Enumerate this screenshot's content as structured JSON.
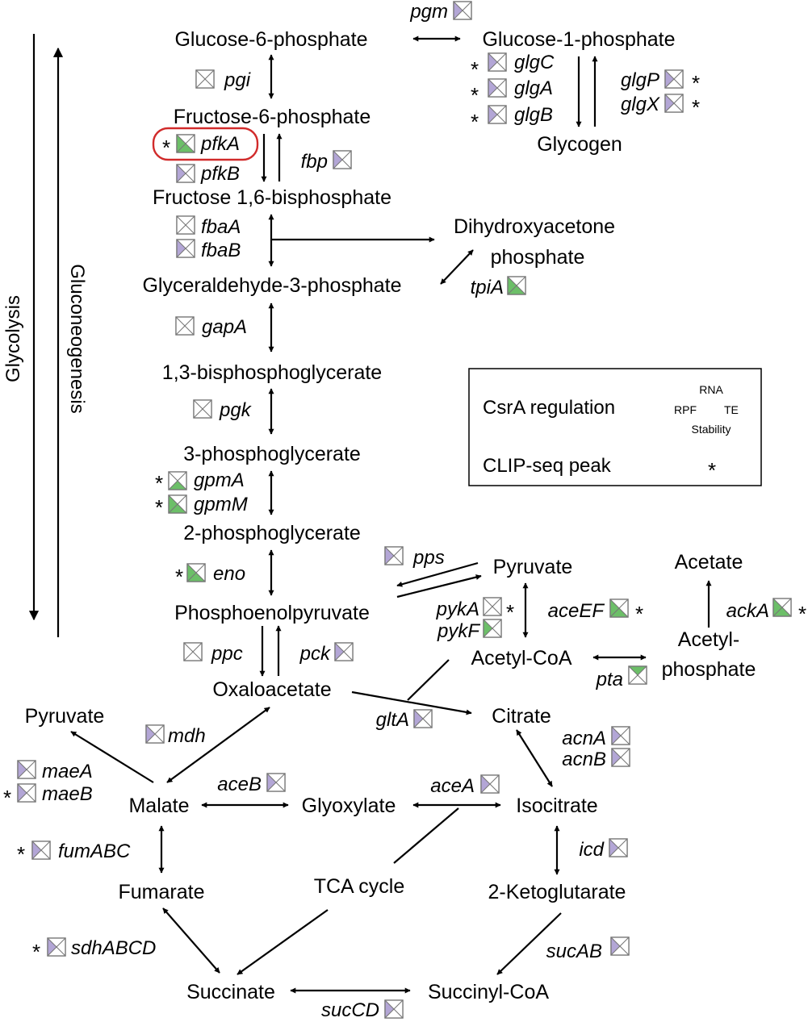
{
  "colors": {
    "purple": "#b3a6d6",
    "green": "#6cbf68",
    "none": "#ffffff",
    "highlight": "#d12b2b"
  },
  "side_labels": {
    "glycolysis": "Glycolysis",
    "gluconeogenesis": "Gluconeogenesis"
  },
  "metabolites": {
    "g6p": "Glucose-6-phosphate",
    "g1p": "Glucose-1-phosphate",
    "glycogen": "Glycogen",
    "f6p": "Fructose-6-phosphate",
    "fbp": "Fructose 1,6-bisphosphate",
    "dhap1": "Dihydroxyacetone",
    "dhap2": "phosphate",
    "gap": "Glyceraldehyde-3-phosphate",
    "bpg": "1,3-bisphosphoglycerate",
    "pg3": "3-phosphoglycerate",
    "pg2": "2-phosphoglycerate",
    "pep": "Phosphoenolpyruvate",
    "pyruvate": "Pyruvate",
    "acetate": "Acetate",
    "acetylp1": "Acetyl-",
    "acetylp2": "phosphate",
    "acetylcoa": "Acetyl-CoA",
    "oaa": "Oxaloacetate",
    "citrate": "Citrate",
    "pyruvate2": "Pyruvate",
    "malate": "Malate",
    "glyoxylate": "Glyoxylate",
    "isocitrate": "Isocitrate",
    "fumarate": "Fumarate",
    "tca": "TCA cycle",
    "akg": "2-Ketoglutarate",
    "succinate": "Succinate",
    "succoa": "Succinyl-CoA"
  },
  "genes": {
    "pgm": "pgm",
    "pgi": "pgi",
    "glgC": "glgC",
    "glgA": "glgA",
    "glgB": "glgB",
    "glgP": "glgP",
    "glgX": "glgX",
    "pfkA": "pfkA",
    "pfkB": "pfkB",
    "fbp": "fbp",
    "fbaA": "fbaA",
    "fbaB": "fbaB",
    "tpiA": "tpiA",
    "gapA": "gapA",
    "pgk": "pgk",
    "gpmA": "gpmA",
    "gpmM": "gpmM",
    "eno": "eno",
    "pps": "pps",
    "pykA": "pykA",
    "pykF": "pykF",
    "aceEF": "aceEF",
    "ackA": "ackA",
    "ppc": "ppc",
    "pck": "pck",
    "pta": "pta",
    "gltA": "gltA",
    "mdh": "mdh",
    "acnA": "acnA",
    "acnB": "acnB",
    "maeA": "maeA",
    "maeB": "maeB",
    "aceB": "aceB",
    "aceA": "aceA",
    "fumABC": "fumABC",
    "icd": "icd",
    "sdhABCD": "sdhABCD",
    "sucAB": "sucAB",
    "sucCD": "sucCD"
  },
  "legend": {
    "regulation_label": "CsrA regulation",
    "clip_label": "CLIP-seq peak",
    "rna": "RNA",
    "rpf": "RPF",
    "te": "TE",
    "stability": "Stability",
    "star": "*"
  },
  "boxes": [
    {
      "gene": "pgm",
      "top": "none",
      "left": "purple",
      "right": "none",
      "bottom": "none"
    },
    {
      "gene": "pgi",
      "top": "none",
      "left": "none",
      "right": "none",
      "bottom": "none"
    },
    {
      "gene": "glgC",
      "top": "none",
      "left": "purple",
      "right": "none",
      "bottom": "none"
    },
    {
      "gene": "glgA",
      "top": "none",
      "left": "purple",
      "right": "none",
      "bottom": "none"
    },
    {
      "gene": "glgB",
      "top": "none",
      "left": "purple",
      "right": "none",
      "bottom": "none"
    },
    {
      "gene": "glgP",
      "top": "none",
      "left": "purple",
      "right": "none",
      "bottom": "none"
    },
    {
      "gene": "glgX",
      "top": "none",
      "left": "purple",
      "right": "none",
      "bottom": "none"
    },
    {
      "gene": "pfkA",
      "top": "none",
      "left": "green",
      "right": "none",
      "bottom": "green"
    },
    {
      "gene": "pfkB",
      "top": "none",
      "left": "purple",
      "right": "none",
      "bottom": "none"
    },
    {
      "gene": "fbp",
      "top": "none",
      "left": "purple",
      "right": "none",
      "bottom": "none"
    },
    {
      "gene": "fbaA",
      "top": "none",
      "left": "none",
      "right": "none",
      "bottom": "none"
    },
    {
      "gene": "fbaB",
      "top": "none",
      "left": "purple",
      "right": "none",
      "bottom": "none"
    },
    {
      "gene": "tpiA",
      "top": "none",
      "left": "green",
      "right": "none",
      "bottom": "green"
    },
    {
      "gene": "gapA",
      "top": "none",
      "left": "none",
      "right": "none",
      "bottom": "none"
    },
    {
      "gene": "pgk",
      "top": "none",
      "left": "none",
      "right": "none",
      "bottom": "none"
    },
    {
      "gene": "gpmA",
      "top": "none",
      "left": "none",
      "right": "none",
      "bottom": "green"
    },
    {
      "gene": "gpmM",
      "top": "none",
      "left": "green",
      "right": "none",
      "bottom": "green"
    },
    {
      "gene": "eno",
      "top": "none",
      "left": "green",
      "right": "none",
      "bottom": "green"
    },
    {
      "gene": "pps",
      "top": "none",
      "left": "purple",
      "right": "none",
      "bottom": "none"
    },
    {
      "gene": "pykA",
      "top": "none",
      "left": "none",
      "right": "none",
      "bottom": "none"
    },
    {
      "gene": "pykF",
      "top": "none",
      "left": "green",
      "right": "none",
      "bottom": "none"
    },
    {
      "gene": "aceEF",
      "top": "none",
      "left": "green",
      "right": "none",
      "bottom": "green"
    },
    {
      "gene": "ackA",
      "top": "none",
      "left": "green",
      "right": "none",
      "bottom": "green"
    },
    {
      "gene": "ppc",
      "top": "none",
      "left": "none",
      "right": "none",
      "bottom": "none"
    },
    {
      "gene": "pck",
      "top": "none",
      "left": "purple",
      "right": "none",
      "bottom": "none"
    },
    {
      "gene": "pta",
      "top": "green",
      "left": "none",
      "right": "none",
      "bottom": "none"
    },
    {
      "gene": "gltA",
      "top": "none",
      "left": "purple",
      "right": "none",
      "bottom": "none"
    },
    {
      "gene": "mdh",
      "top": "none",
      "left": "purple",
      "right": "none",
      "bottom": "none"
    },
    {
      "gene": "acnA",
      "top": "none",
      "left": "purple",
      "right": "none",
      "bottom": "none"
    },
    {
      "gene": "acnB",
      "top": "none",
      "left": "purple",
      "right": "none",
      "bottom": "none"
    },
    {
      "gene": "maeA",
      "top": "none",
      "left": "purple",
      "right": "none",
      "bottom": "none"
    },
    {
      "gene": "maeB",
      "top": "none",
      "left": "purple",
      "right": "none",
      "bottom": "none"
    },
    {
      "gene": "aceB",
      "top": "none",
      "left": "purple",
      "right": "none",
      "bottom": "none"
    },
    {
      "gene": "aceA",
      "top": "none",
      "left": "purple",
      "right": "none",
      "bottom": "none"
    },
    {
      "gene": "fumABC",
      "top": "none",
      "left": "purple",
      "right": "none",
      "bottom": "none"
    },
    {
      "gene": "icd",
      "top": "none",
      "left": "purple",
      "right": "none",
      "bottom": "none"
    },
    {
      "gene": "sdhABCD",
      "top": "none",
      "left": "purple",
      "right": "none",
      "bottom": "none"
    },
    {
      "gene": "sucAB",
      "top": "none",
      "left": "purple",
      "right": "none",
      "bottom": "none"
    },
    {
      "gene": "sucCD",
      "top": "none",
      "left": "purple",
      "right": "none",
      "bottom": "none"
    },
    {
      "gene": "legend",
      "top": "none",
      "left": "none",
      "right": "none",
      "bottom": "none"
    }
  ],
  "clip_peaks": [
    "glgC",
    "glgA",
    "glgB",
    "glgP",
    "glgX",
    "pfkA",
    "gpmA",
    "gpmM",
    "eno",
    "pykA",
    "aceEF",
    "ackA",
    "maeB",
    "fumABC",
    "sdhABCD"
  ]
}
